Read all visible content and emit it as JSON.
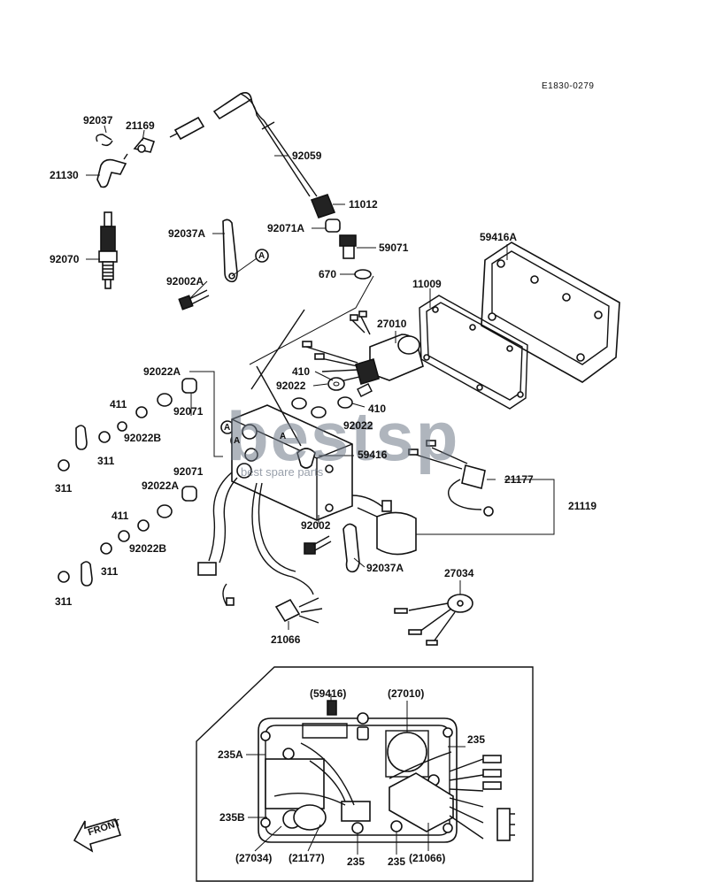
{
  "diagram_code": "E1830-0279",
  "watermark": {
    "main": "bestsp",
    "sub": "best spare parts"
  },
  "front_arrow_label": "FRONT",
  "callouts_a": "A",
  "part_labels": {
    "p92037": "92037",
    "p21169": "21169",
    "p21130": "21130",
    "p92070": "92070",
    "p92059": "92059",
    "p11012": "11012",
    "p92071A": "92071A",
    "p59071": "59071",
    "p670": "670",
    "p92037A_top": "92037A",
    "p92002A": "92002A",
    "p59416A": "59416A",
    "p11009": "11009",
    "p27010": "27010",
    "p410_a": "410",
    "p92022": "92022",
    "p410_b": "410",
    "p92022_b": "92022",
    "p92022A_top": "92022A",
    "p92071_top": "92071",
    "p411_top": "411",
    "p92022B_top": "92022B",
    "p311_a": "311",
    "p311_b": "311",
    "p59416": "59416",
    "p92071_mid": "92071",
    "p92022A_mid": "92022A",
    "p21177": "21177",
    "p21119": "21119",
    "p411_mid": "411",
    "p92022B_mid": "92022B",
    "p92002": "92002",
    "p311_c": "311",
    "p311_d": "311",
    "p92037A_bot": "92037A",
    "p27034": "27034",
    "p21066": "21066"
  },
  "inset_labels": {
    "i59416": "(59416)",
    "i27010": "(27010)",
    "i235_top": "235",
    "i235A": "235A",
    "i235B": "235B",
    "i27034": "(27034)",
    "i21177": "(21177)",
    "i235_b1": "235",
    "i235_b2": "235",
    "i21066": "(21066)"
  }
}
